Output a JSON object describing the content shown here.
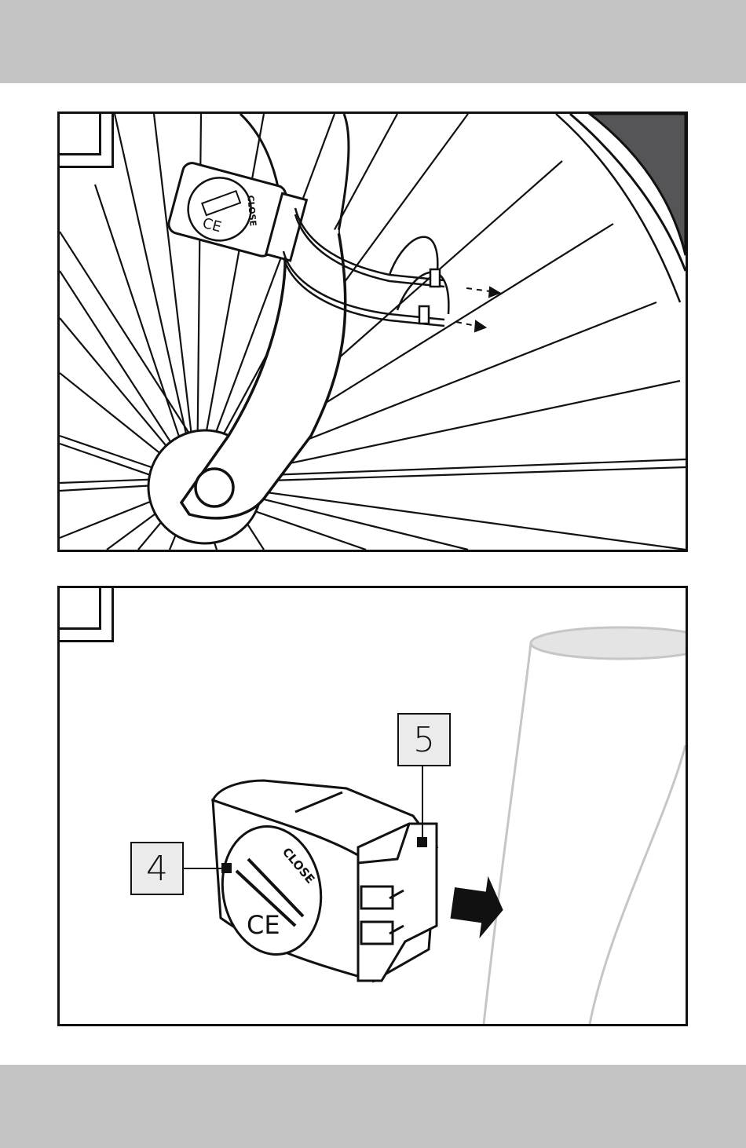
{
  "page": {
    "band_color": "#c4c4c4",
    "line_color": "#111111"
  },
  "figure1": {
    "sensor_label": "CLOSE",
    "ce_mark": "CE",
    "icons": [
      "spoke-wheel",
      "fork",
      "sensor",
      "cable-ties",
      "arrow"
    ]
  },
  "figure2": {
    "sensor_label": "CLOSE",
    "ce_mark": "CE",
    "callouts": [
      {
        "number": "4"
      },
      {
        "number": "5"
      }
    ],
    "icons": [
      "sensor",
      "bracket",
      "push-arrow",
      "fork-tube"
    ]
  }
}
